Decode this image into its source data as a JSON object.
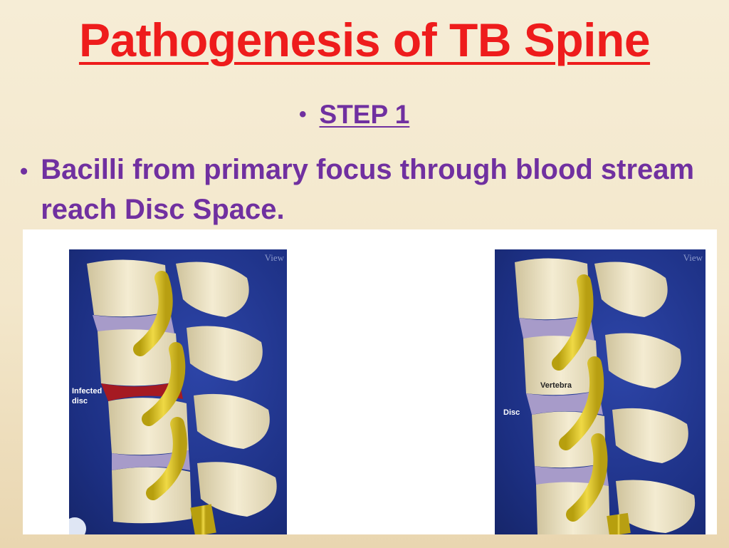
{
  "slide": {
    "title": "Pathogenesis of TB Spine",
    "step_bullet": "•",
    "step_label": "STEP 1",
    "point_bullet": "•",
    "point_text": "Bacilli from primary focus through blood stream reach Disc Space."
  },
  "figures": {
    "left": {
      "corner_text": "View",
      "labels": {
        "infected_disc": "Infected\ndisc"
      },
      "disc_colors": {
        "normal": "#a79bc9",
        "infected": "#a51a22"
      }
    },
    "right": {
      "corner_text": "View",
      "labels": {
        "vertebra": "Vertebra",
        "disc": "Disc"
      },
      "disc_colors": {
        "normal": "#a79bc9"
      }
    }
  },
  "colors": {
    "title": "#ee1c1c",
    "body_text": "#7030a0",
    "bone": "#efe6c8",
    "nerve": "#d9c21e",
    "background_blue": "#1c2f82"
  }
}
